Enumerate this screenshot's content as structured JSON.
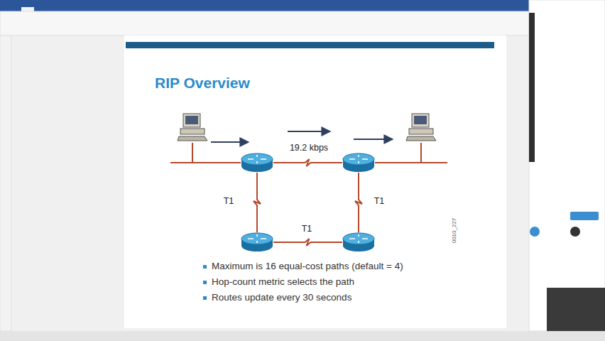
{
  "diagram": {
    "title": "RIP Overview",
    "nodes": [
      {
        "text": []
      },
      {
        "text": []
      },
      {
        "text": []
      },
      {
        "text": []
      },
      {
        "text": []
      },
      {
        "text": []
      }
    ],
    "edges": [
      {
        "from": 0,
        "to": 1,
        "arrow": "none"
      },
      {
        "from": 1,
        "to": 2,
        "label": "19.2 kbps",
        "arrow": "none"
      },
      {
        "from": 2,
        "to": 3,
        "arrow": "none"
      },
      {
        "from": 1,
        "to": 4,
        "label": "T1",
        "arrow": "none"
      },
      {
        "from": 2,
        "to": 5,
        "label": "T1",
        "arrow": "none"
      },
      {
        "from": 4,
        "to": 5,
        "label": "T1",
        "arrow": "none"
      }
    ],
    "labels": [
      "Maximum is 16 equal-cost paths (default = 4)",
      "Hop-count metric selects the path",
      "Routes update every 30 seconds",
      "0010_227"
    ]
  }
}
